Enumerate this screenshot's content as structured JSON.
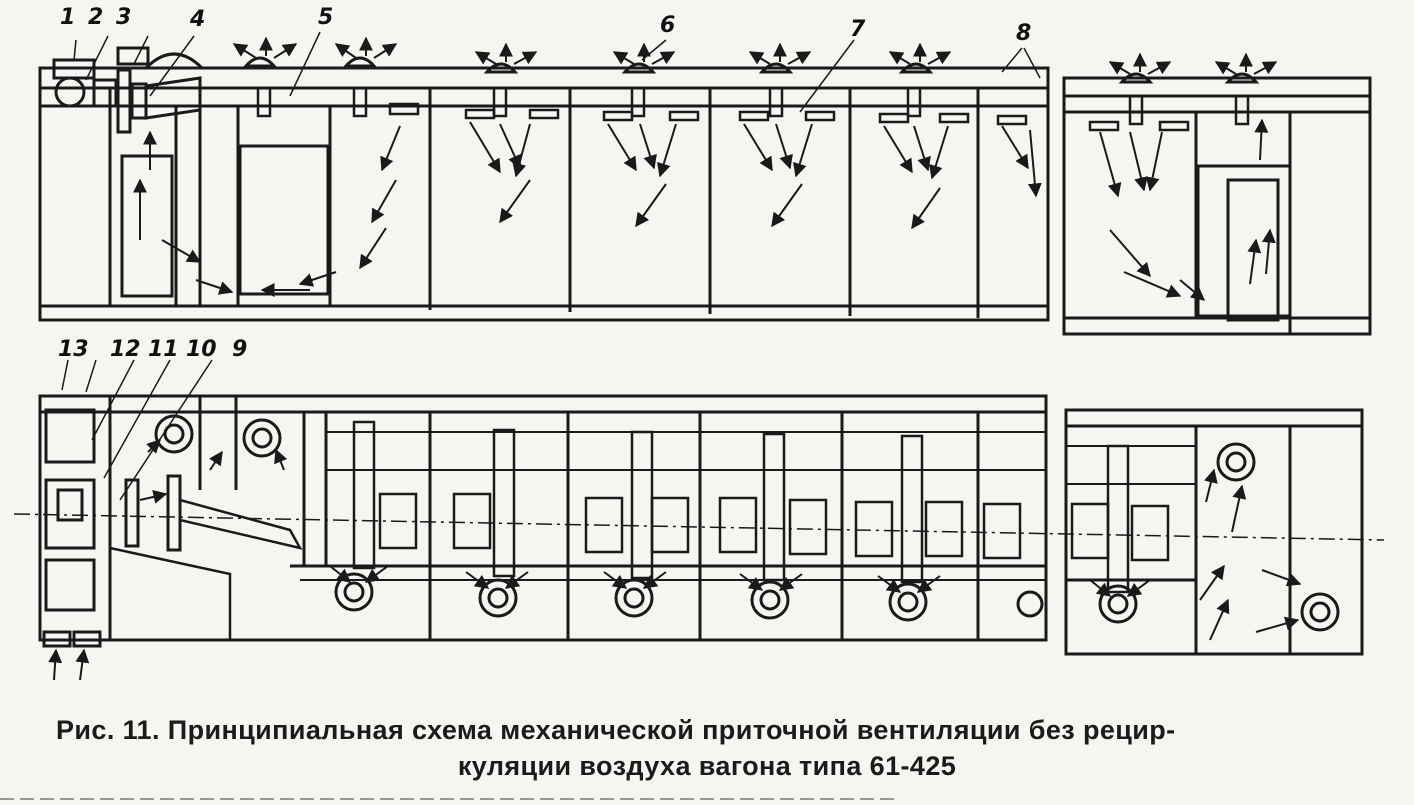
{
  "labels": {
    "top": [
      "1",
      "2",
      "3",
      "4",
      "5",
      "6",
      "7",
      "8"
    ],
    "bottom": [
      "13",
      "12",
      "11",
      "10",
      "9"
    ]
  },
  "caption": {
    "line1": "Рис. 11. Принципиальная схема механической приточной вентиляции без рецир-",
    "line2": "куляции воздуха вагона типа 61-425"
  },
  "colors": {
    "ink": "#1a1a1a",
    "paper": "#f7f5f1"
  }
}
